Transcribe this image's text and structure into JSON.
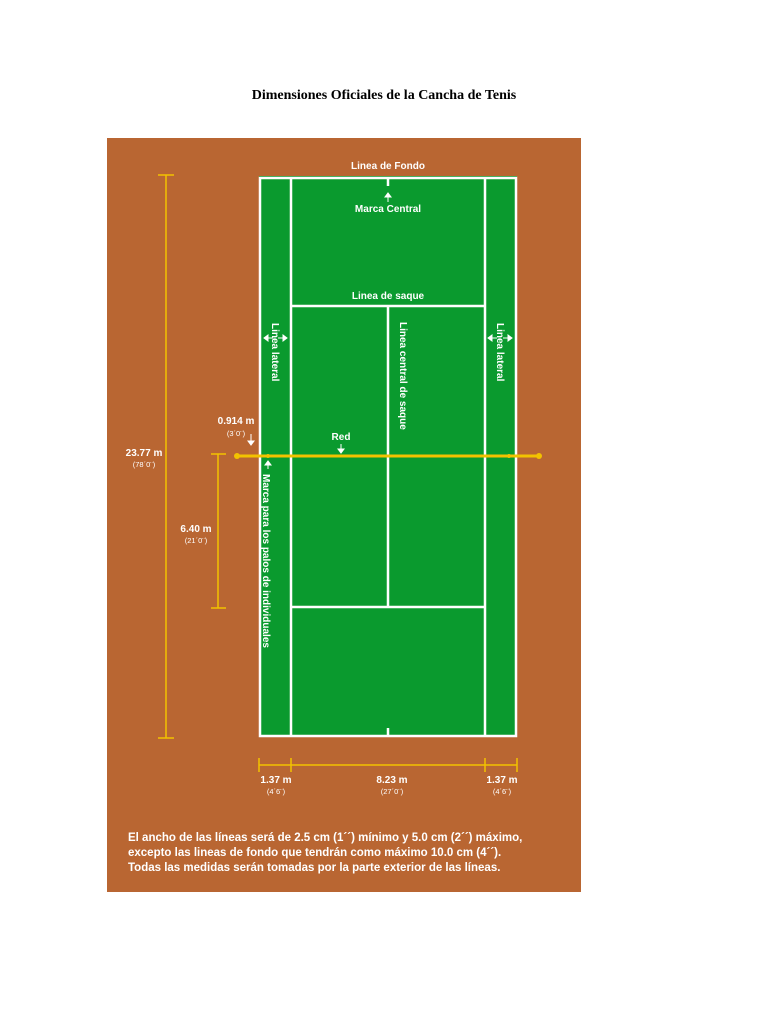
{
  "document": {
    "title": "Dimensiones Oficiales de la Cancha de Tenis"
  },
  "court": {
    "labels": {
      "baseline": "Linea de Fondo",
      "center_mark": "Marca Central",
      "service_line": "Linea de saque",
      "sideline_left": "Linea lateral",
      "sideline_right": "Linea lateral",
      "center_service_line": "Linea central de saque",
      "net": "Red",
      "singles_posts": "Marca para los palos de individuales"
    },
    "measurements": {
      "length": {
        "metric": "23.77 m",
        "imperial": "(78´0¨)"
      },
      "post_offset": {
        "metric": "0.914 m",
        "imperial": "(3´0¨)"
      },
      "service_box": {
        "metric": "6.40 m",
        "imperial": "(21´0¨)"
      },
      "alley_left": {
        "metric": "1.37 m",
        "imperial": "(4´6¨)"
      },
      "singles_width": {
        "metric": "8.23 m",
        "imperial": "(27´0¨)"
      },
      "alley_right": {
        "metric": "1.37 m",
        "imperial": "(4´6¨)"
      }
    },
    "colors": {
      "surround": "#b96632",
      "court": "#0a9a2e",
      "lines": "#ffffff",
      "dimension_lines": "#f2c200"
    }
  },
  "footer": {
    "lines": [
      "El ancho de las líneas será de 2.5 cm (1´´) mínimo y 5.0 cm (2´´) máximo,",
      "excepto las lineas de fondo que tendrán como máximo 10.0 cm (4´´).",
      "Todas las medidas serán tomadas por la parte exterior de las líneas."
    ]
  }
}
